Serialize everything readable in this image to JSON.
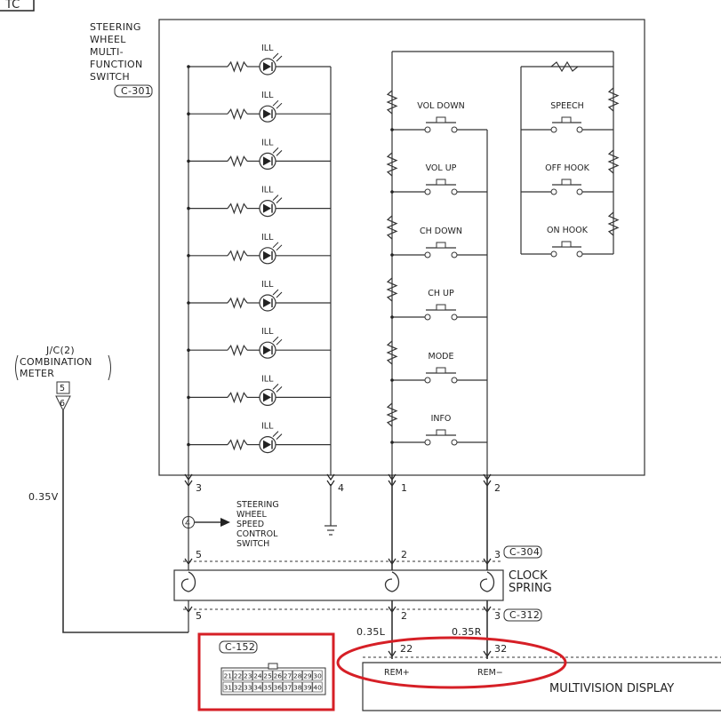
{
  "page_label": "TC",
  "switch_box": {
    "title_lines": [
      "STEERING",
      "WHEEL",
      "MULTI-",
      "FUNCTION",
      "SWITCH"
    ],
    "connector": "C-301",
    "led_label": "ILL",
    "left_buttons": [
      "VOL DOWN",
      "VOL UP",
      "CH DOWN",
      "CH UP",
      "MODE",
      "INFO"
    ],
    "right_buttons": [
      "SPEECH",
      "OFF HOOK",
      "ON HOOK"
    ],
    "pins": [
      "3",
      "4",
      "1",
      "2"
    ]
  },
  "jc": {
    "lines": [
      "J/C(2)",
      "COMBINATION",
      "METER"
    ],
    "pin_top": "5",
    "pin_bottom": "6",
    "wire": "0.35V"
  },
  "speed_switch": {
    "circle": "4",
    "lines": [
      "STEERING",
      "WHEEL",
      "SPEED",
      "CONTROL",
      "SWITCH"
    ]
  },
  "clock_spring": {
    "title_lines": [
      "CLOCK",
      "SPRING"
    ],
    "top_connector": "C-304",
    "bottom_connector": "C-312",
    "top_pins": [
      "5",
      "2",
      "3"
    ],
    "bottom_pins": [
      "5",
      "2",
      "3"
    ]
  },
  "wires": {
    "left": "0.35L",
    "right": "0.35R"
  },
  "display": {
    "label": "MULTIVISION DISPLAY",
    "pins": [
      "22",
      "32"
    ],
    "terms": [
      "REM+",
      "REM−"
    ]
  },
  "connector_c152": {
    "name": "C-152",
    "row1": [
      "21",
      "22",
      "23",
      "24",
      "25",
      "26",
      "27",
      "28",
      "29",
      "30"
    ],
    "row2": [
      "31",
      "32",
      "33",
      "34",
      "35",
      "36",
      "37",
      "38",
      "39",
      "40"
    ]
  },
  "highlight_colors": {
    "box": "#d61f26",
    "ellipse": "#d61f26"
  }
}
